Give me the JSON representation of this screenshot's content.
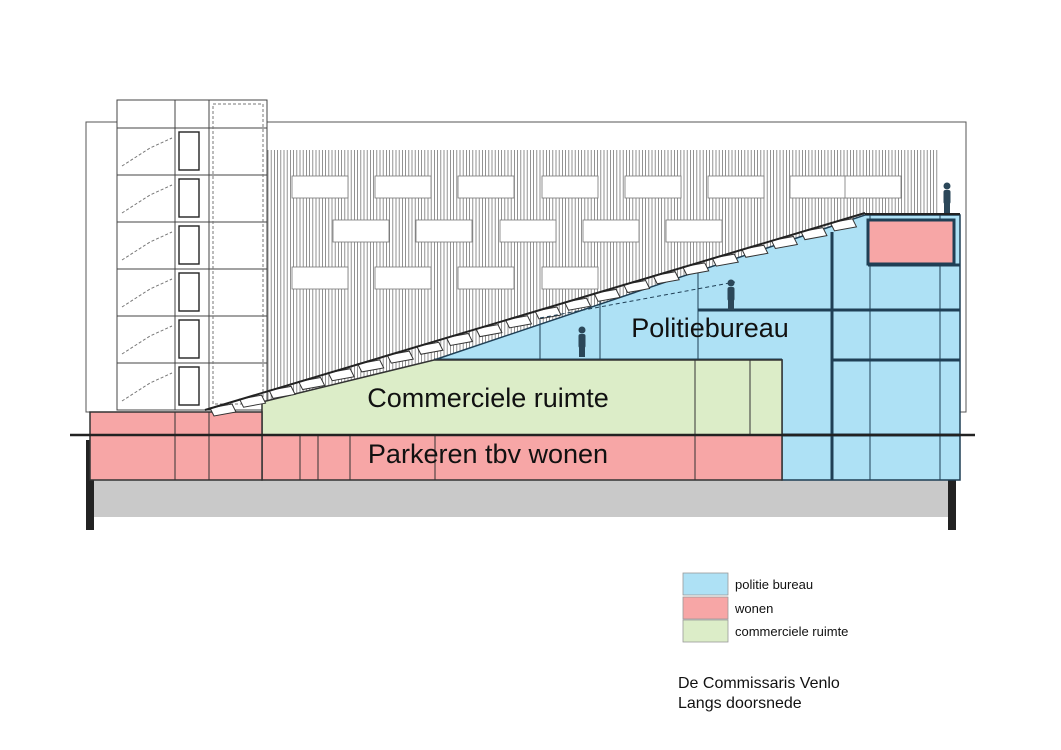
{
  "zones": {
    "police": {
      "label": "Politiebureau",
      "color": "#aee1f5"
    },
    "commercial": {
      "label": "Commerciele ruimte",
      "color": "#dcedc8"
    },
    "parking": {
      "label": "Parkeren tbv wonen",
      "color": "#f7a6a6"
    },
    "housing": {
      "color": "#f7a6a6"
    }
  },
  "legend": [
    {
      "label": "politie bureau",
      "color": "#aee1f5"
    },
    {
      "label": "wonen",
      "color": "#f7a6a6"
    },
    {
      "label": "commerciele ruimte",
      "color": "#dcedc8"
    }
  ],
  "caption": {
    "line1": "De Commissaris Venlo",
    "line2": "Langs doorsnede"
  },
  "colors": {
    "foundation": "#c9c9c9",
    "structure": "#1f3f55",
    "outline": "#333333"
  }
}
